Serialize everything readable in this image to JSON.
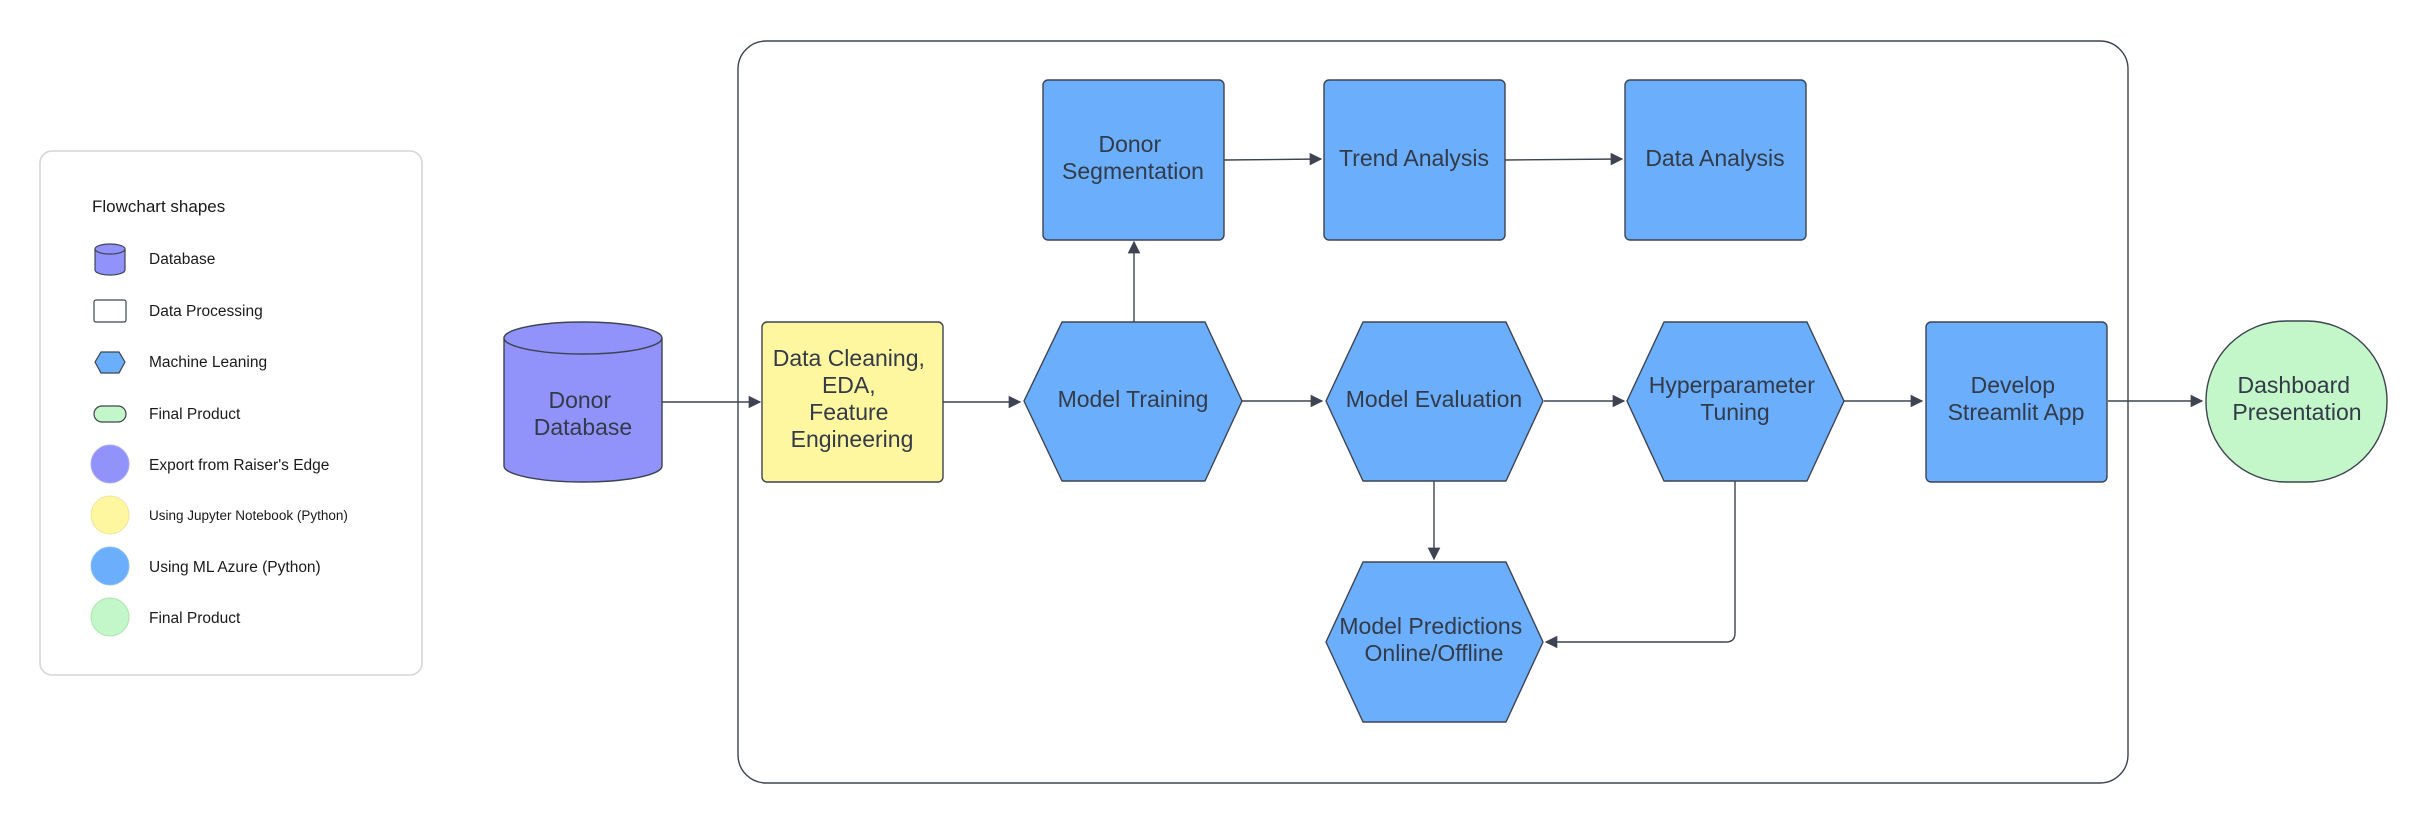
{
  "colors": {
    "database": "#9193fa",
    "jupyter": "#fff6a0",
    "azure": "#6aaefc",
    "final": "#c3f6c8",
    "stroke": "#3d4350"
  },
  "legend": {
    "title": "Flowchart shapes",
    "items": [
      {
        "label": "Database",
        "shape": "cylinder-icon"
      },
      {
        "label": "Data Processing",
        "shape": "rectangle-icon"
      },
      {
        "label": "Machine Leaning",
        "shape": "hexagon-icon"
      },
      {
        "label": "Final Product",
        "shape": "stadium-icon"
      },
      {
        "label": "Export from Raiser's Edge",
        "shape": "circle-icon"
      },
      {
        "label": "Using Jupyter Notebook (Python)",
        "shape": "circle-icon"
      },
      {
        "label": "Using ML Azure (Python)",
        "shape": "circle-icon"
      },
      {
        "label": "Final Product",
        "shape": "circle-icon"
      }
    ]
  },
  "nodes": {
    "donor_database": [
      "Donor",
      "Database"
    ],
    "data_cleaning": [
      "Data Cleaning,",
      "EDA,",
      "Feature",
      "Engineering"
    ],
    "model_training": [
      "Model Training"
    ],
    "donor_segmentation": [
      "Donor",
      "Segmentation"
    ],
    "trend_analysis": [
      "Trend Analysis"
    ],
    "data_analysis": [
      "Data Analysis"
    ],
    "model_evaluation": [
      "Model Evaluation"
    ],
    "hyperparameter_tuning": [
      "Hyperparameter",
      "Tuning"
    ],
    "develop_streamlit": [
      "Develop",
      "Streamlit App"
    ],
    "dashboard": [
      "Dashboard",
      "Presentation"
    ],
    "model_predictions": [
      "Model Predictions",
      "Online/Offline"
    ]
  }
}
